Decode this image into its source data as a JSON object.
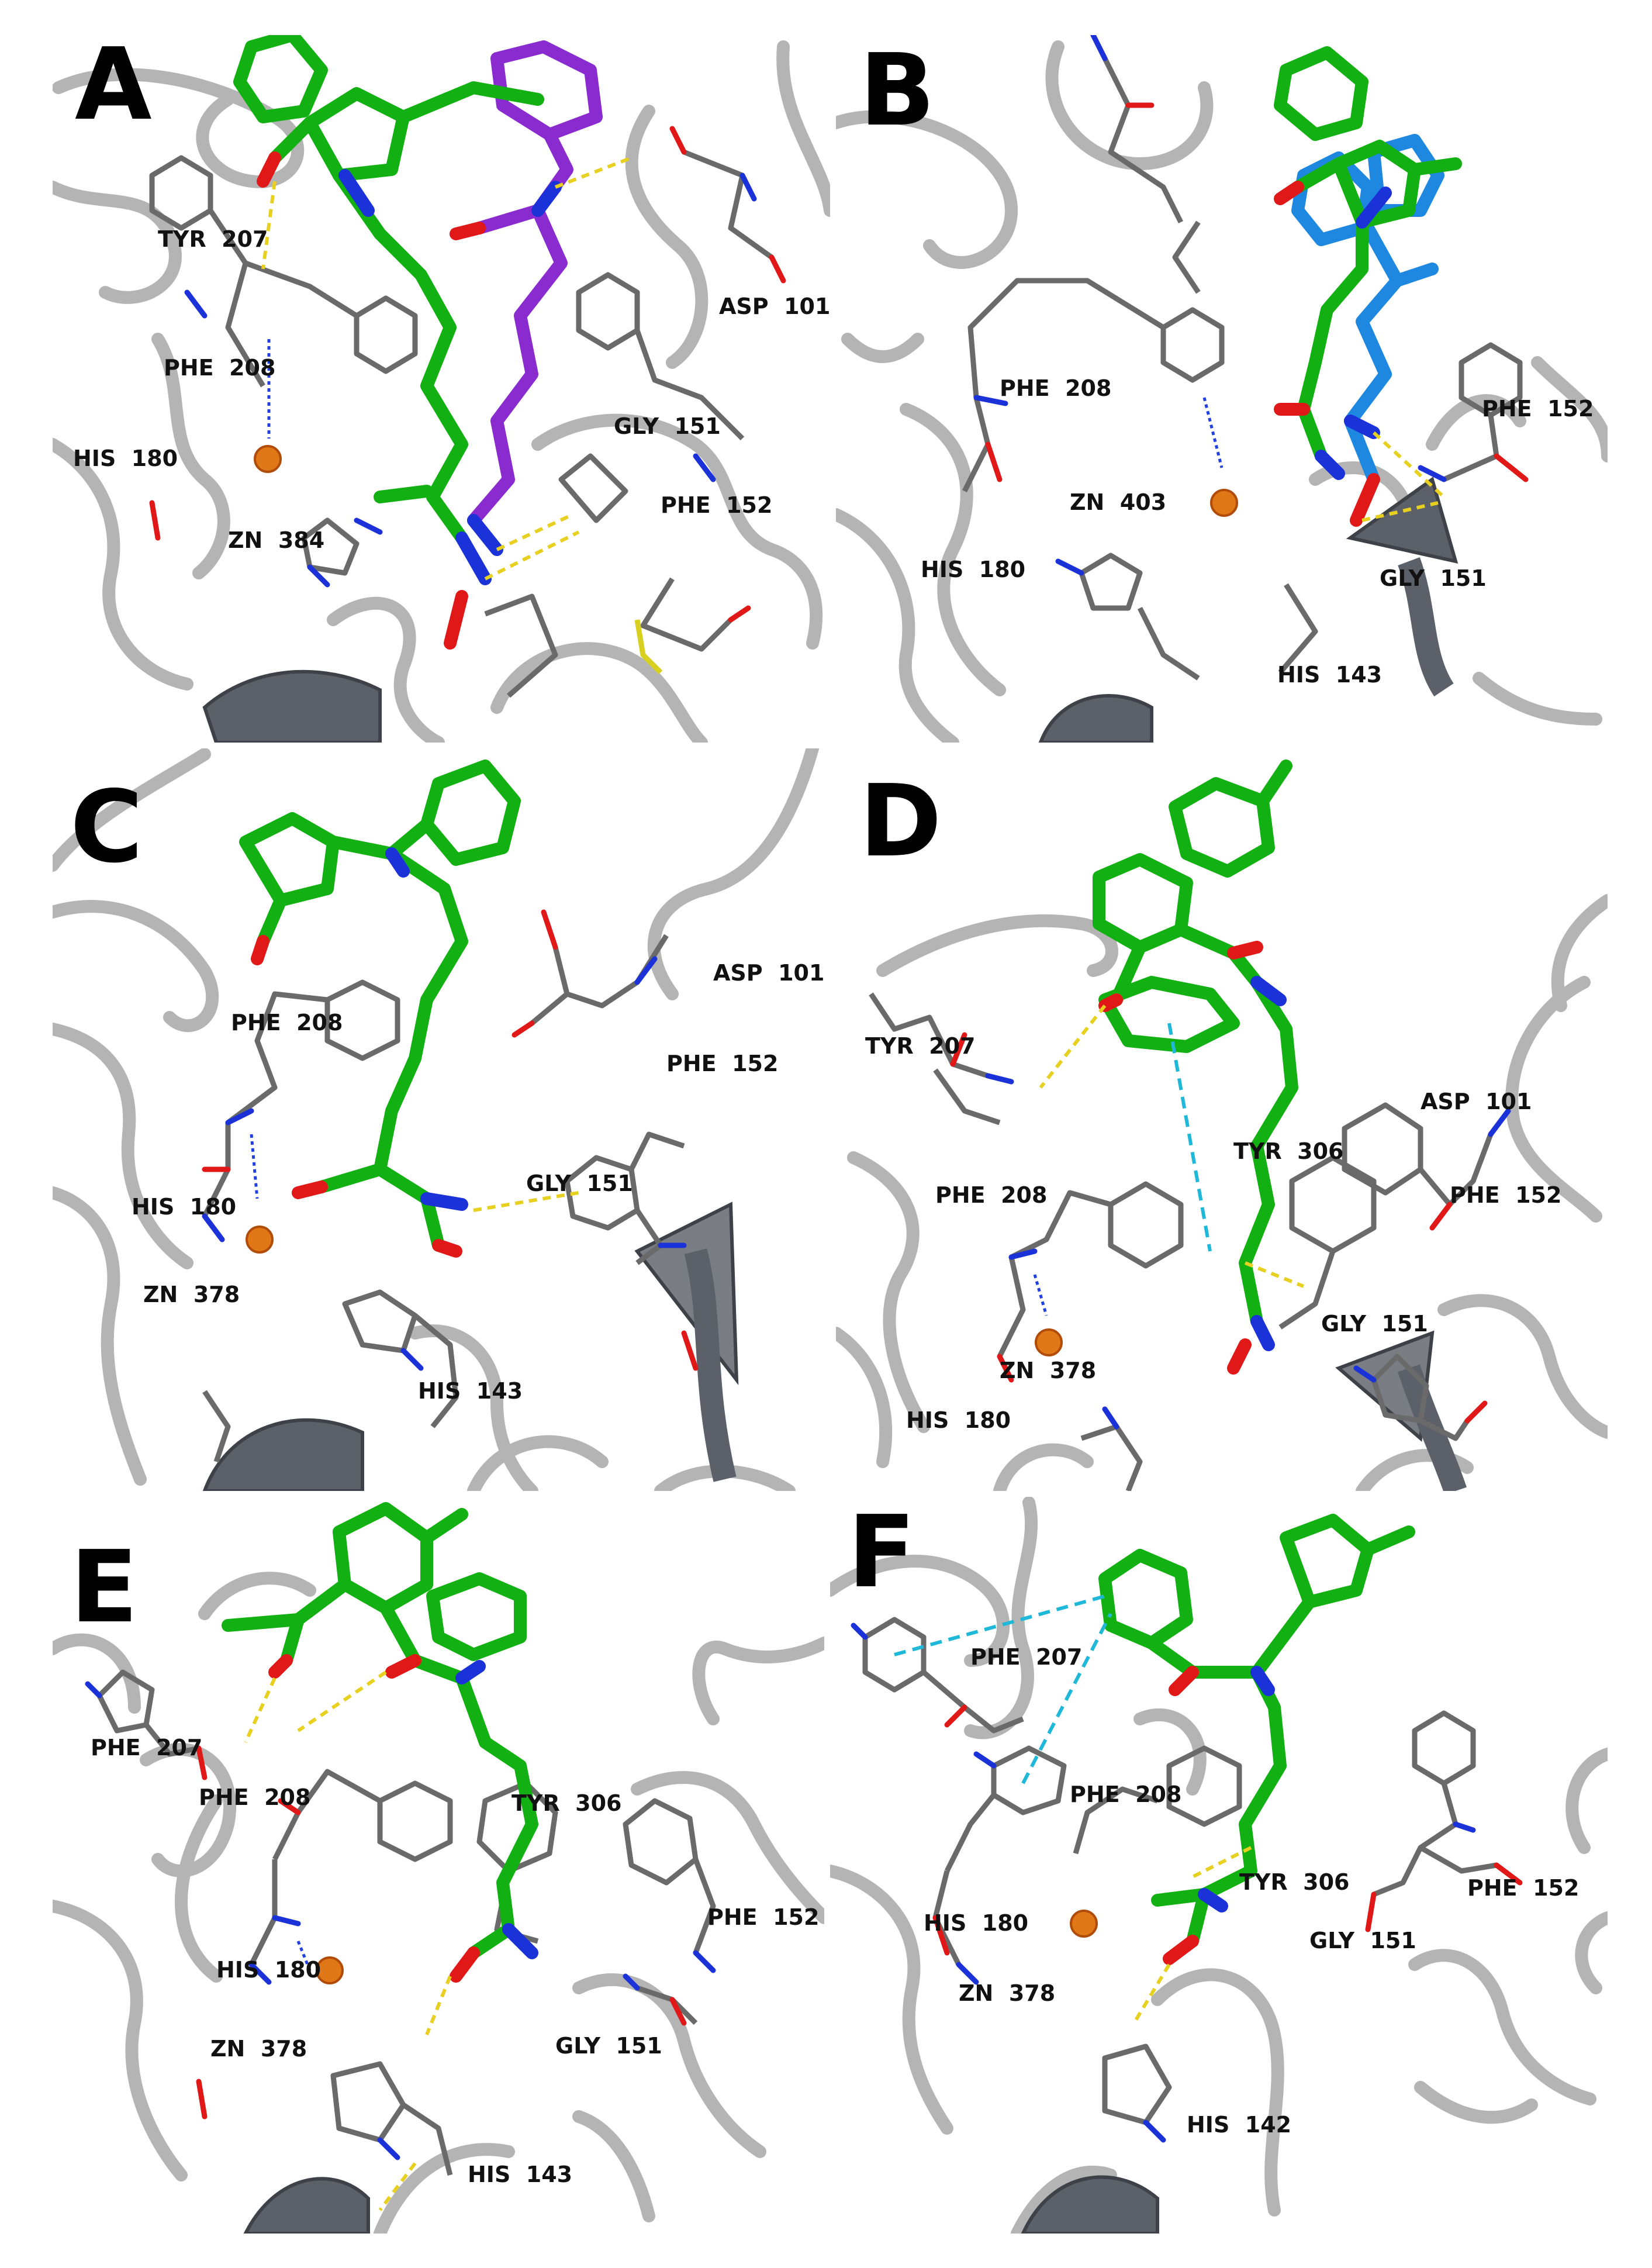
{
  "panels": [
    {
      "label": "A",
      "residues": [
        "TYR  207",
        "ASP  101",
        "PHE  208",
        "GLY  151",
        "HIS  180",
        "PHE  152",
        "ZN  384"
      ]
    },
    {
      "label": "B",
      "residues": [
        "PHE  208",
        "PHE  152",
        "ZN  403",
        "HIS  180",
        "GLY  151",
        "HIS  143"
      ]
    },
    {
      "label": "C",
      "residues": [
        "ASP  101",
        "PHE  208",
        "PHE  152",
        "HIS  180",
        "GLY  151",
        "ZN  378",
        "HIS  143"
      ]
    },
    {
      "label": "D",
      "residues": [
        "TYR  207",
        "ASP  101",
        "TYR  306",
        "PHE  208",
        "PHE  152",
        "GLY  151",
        "ZN  378",
        "HIS  180"
      ]
    },
    {
      "label": "E",
      "residues": [
        "PHE  207",
        "PHE  208",
        "TYR  306",
        "PHE  152",
        "HIS  180",
        "GLY  151",
        "ZN  378",
        "HIS  143"
      ]
    },
    {
      "label": "F",
      "residues": [
        "PHE  207",
        "PHE  208",
        "TYR  306",
        "PHE  152",
        "HIS  180",
        "GLY  151",
        "ZN  378",
        "HIS  142"
      ]
    }
  ],
  "colors": {
    "ribbon": "#b4b4b4",
    "ribbon_dark": "#6e7278",
    "residue": "#6a6a6a",
    "ligand": "#12b012",
    "ligand_alt_A": "#8a2bd0",
    "ligand_alt_B": "#1e88e0",
    "nitrogen": "#1a32d8",
    "oxygen": "#e01818",
    "zinc": "#e07818",
    "hbond": "#e8d020",
    "pi": "#20b8d8"
  }
}
